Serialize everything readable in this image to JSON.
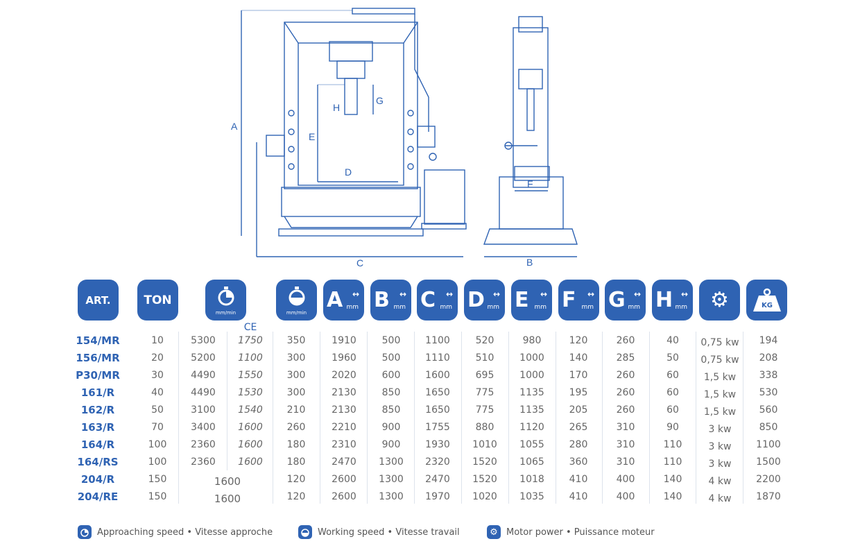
{
  "diagram": {
    "labels": {
      "A": "A",
      "B": "B",
      "C": "C",
      "D": "D",
      "E": "E",
      "F": "F",
      "G": "G",
      "H": "H"
    }
  },
  "headers": {
    "art": "ART.",
    "ton": "TON",
    "approach_unit": "mm/min",
    "work_unit": "mm/min",
    "dims": [
      "A",
      "B",
      "C",
      "D",
      "E",
      "F",
      "G",
      "H"
    ],
    "dim_unit": "mm",
    "weight": "KG",
    "ce_mark": "CE"
  },
  "colors": {
    "brand": "#2f63b3"
  },
  "rows": [
    {
      "art": "154/MR",
      "ton": "10",
      "approach": "5300",
      "approach_ce": "1750",
      "work": "350",
      "A": "1910",
      "B": "500",
      "C": "1100",
      "D": "520",
      "E": "980",
      "F": "120",
      "G": "260",
      "H": "40",
      "motor": "0,75 kw",
      "kg": "194"
    },
    {
      "art": "156/MR",
      "ton": "20",
      "approach": "5200",
      "approach_ce": "1100",
      "work": "300",
      "A": "1960",
      "B": "500",
      "C": "1110",
      "D": "510",
      "E": "1000",
      "F": "140",
      "G": "285",
      "H": "50",
      "motor": "0,75 kw",
      "kg": "208"
    },
    {
      "art": "P30/MR",
      "ton": "30",
      "approach": "4490",
      "approach_ce": "1550",
      "work": "300",
      "A": "2020",
      "B": "600",
      "C": "1600",
      "D": "695",
      "E": "1000",
      "F": "170",
      "G": "260",
      "H": "60",
      "motor": "1,5 kw",
      "kg": "338"
    },
    {
      "art": "161/R",
      "ton": "40",
      "approach": "4490",
      "approach_ce": "1530",
      "work": "300",
      "A": "2130",
      "B": "850",
      "C": "1650",
      "D": "775",
      "E": "1135",
      "F": "195",
      "G": "260",
      "H": "60",
      "motor": "1,5 kw",
      "kg": "530"
    },
    {
      "art": "162/R",
      "ton": "50",
      "approach": "3100",
      "approach_ce": "1540",
      "work": "210",
      "A": "2130",
      "B": "850",
      "C": "1650",
      "D": "775",
      "E": "1135",
      "F": "205",
      "G": "260",
      "H": "60",
      "motor": "1,5 kw",
      "kg": "560"
    },
    {
      "art": "163/R",
      "ton": "70",
      "approach": "3400",
      "approach_ce": "1600",
      "work": "260",
      "A": "2210",
      "B": "900",
      "C": "1755",
      "D": "880",
      "E": "1120",
      "F": "265",
      "G": "310",
      "H": "90",
      "motor": "3 kw",
      "kg": "850"
    },
    {
      "art": "164/R",
      "ton": "100",
      "approach": "2360",
      "approach_ce": "1600",
      "work": "180",
      "A": "2310",
      "B": "900",
      "C": "1930",
      "D": "1010",
      "E": "1055",
      "F": "280",
      "G": "310",
      "H": "110",
      "motor": "3 kw",
      "kg": "1100"
    },
    {
      "art": "164/RS",
      "ton": "100",
      "approach": "2360",
      "approach_ce": "1600",
      "work": "180",
      "A": "2470",
      "B": "1300",
      "C": "2320",
      "D": "1520",
      "E": "1065",
      "F": "360",
      "G": "310",
      "H": "110",
      "motor": "3 kw",
      "kg": "1500"
    },
    {
      "art": "204/R",
      "ton": "150",
      "approach_merged": "1600",
      "work": "120",
      "A": "2600",
      "B": "1300",
      "C": "2470",
      "D": "1520",
      "E": "1018",
      "F": "410",
      "G": "400",
      "H": "140",
      "motor": "4 kw",
      "kg": "2200"
    },
    {
      "art": "204/RE",
      "ton": "150",
      "approach_merged": "1600",
      "work": "120",
      "A": "2600",
      "B": "1300",
      "C": "1970",
      "D": "1020",
      "E": "1035",
      "F": "410",
      "G": "400",
      "H": "140",
      "motor": "4 kw",
      "kg": "1870"
    }
  ],
  "legend": [
    {
      "icon": "stopwatch-approach-icon",
      "text": "Approaching speed • Vitesse approche"
    },
    {
      "icon": "stopwatch-work-icon",
      "text": "Working speed • Vitesse travail"
    },
    {
      "icon": "gears-icon",
      "text": "Motor power • Puissance moteur"
    }
  ]
}
